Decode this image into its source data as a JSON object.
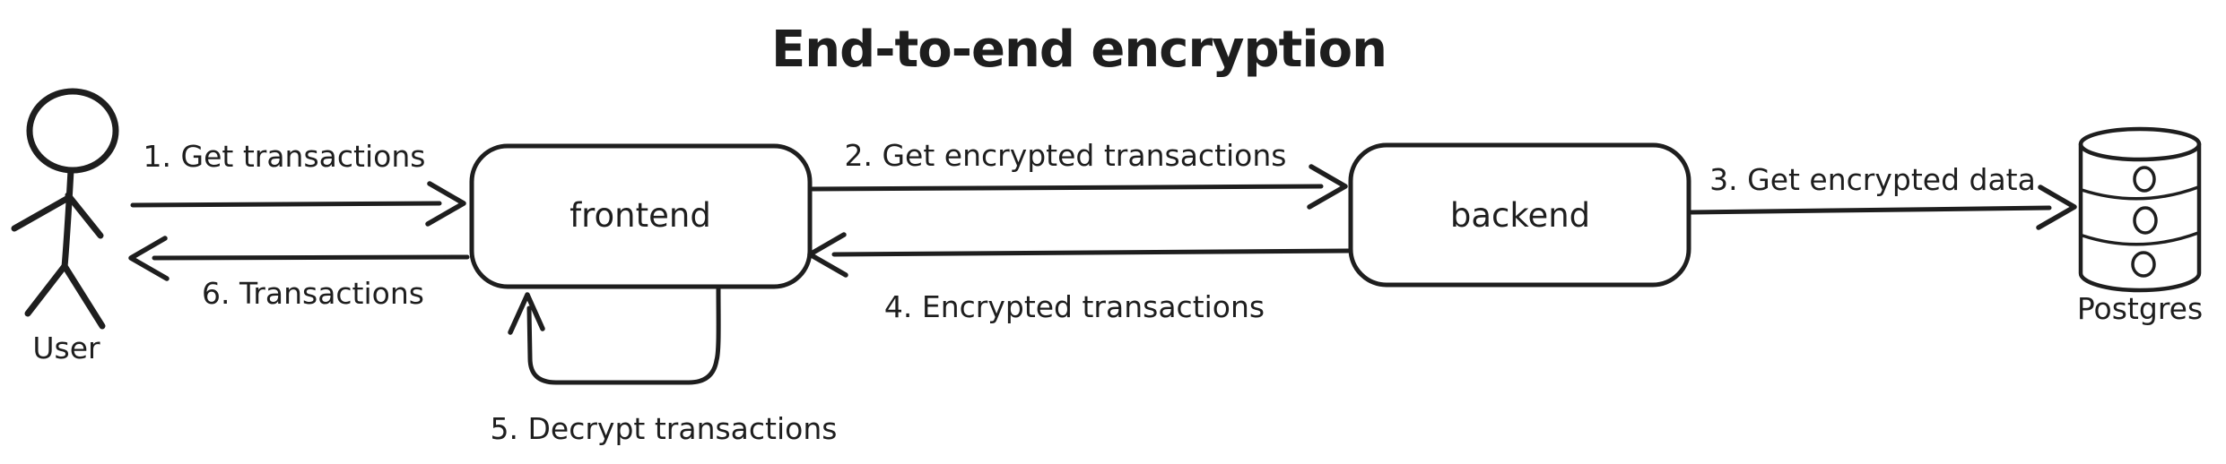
{
  "title": "End-to-end encryption",
  "colors": {
    "ink": "#1e1e1e",
    "node_fill": "#FBE78C",
    "db_fill": "#CFD4DA",
    "db_dot_fill": "#8A929B",
    "background": "#FFFFFF"
  },
  "actors": {
    "user": {
      "label": "User",
      "icon": "stick-figure-icon"
    },
    "frontend": {
      "label": "frontend"
    },
    "backend": {
      "label": "backend"
    },
    "database": {
      "label": "Postgres",
      "icon": "database-cylinder-icon"
    }
  },
  "flows": [
    {
      "step": "1",
      "label": "1. Get transactions",
      "from": "User",
      "to": "frontend",
      "direction": "right"
    },
    {
      "step": "2",
      "label": "2. Get encrypted transactions",
      "from": "frontend",
      "to": "backend",
      "direction": "right"
    },
    {
      "step": "3",
      "label": "3. Get encrypted data",
      "from": "backend",
      "to": "Postgres",
      "direction": "right"
    },
    {
      "step": "4",
      "label": "4. Encrypted transactions",
      "from": "backend",
      "to": "frontend",
      "direction": "left"
    },
    {
      "step": "5",
      "label": "5. Decrypt transactions",
      "from": "frontend",
      "to": "frontend",
      "direction": "self-loop"
    },
    {
      "step": "6",
      "label": "6. Transactions",
      "from": "frontend",
      "to": "User",
      "direction": "left"
    }
  ]
}
